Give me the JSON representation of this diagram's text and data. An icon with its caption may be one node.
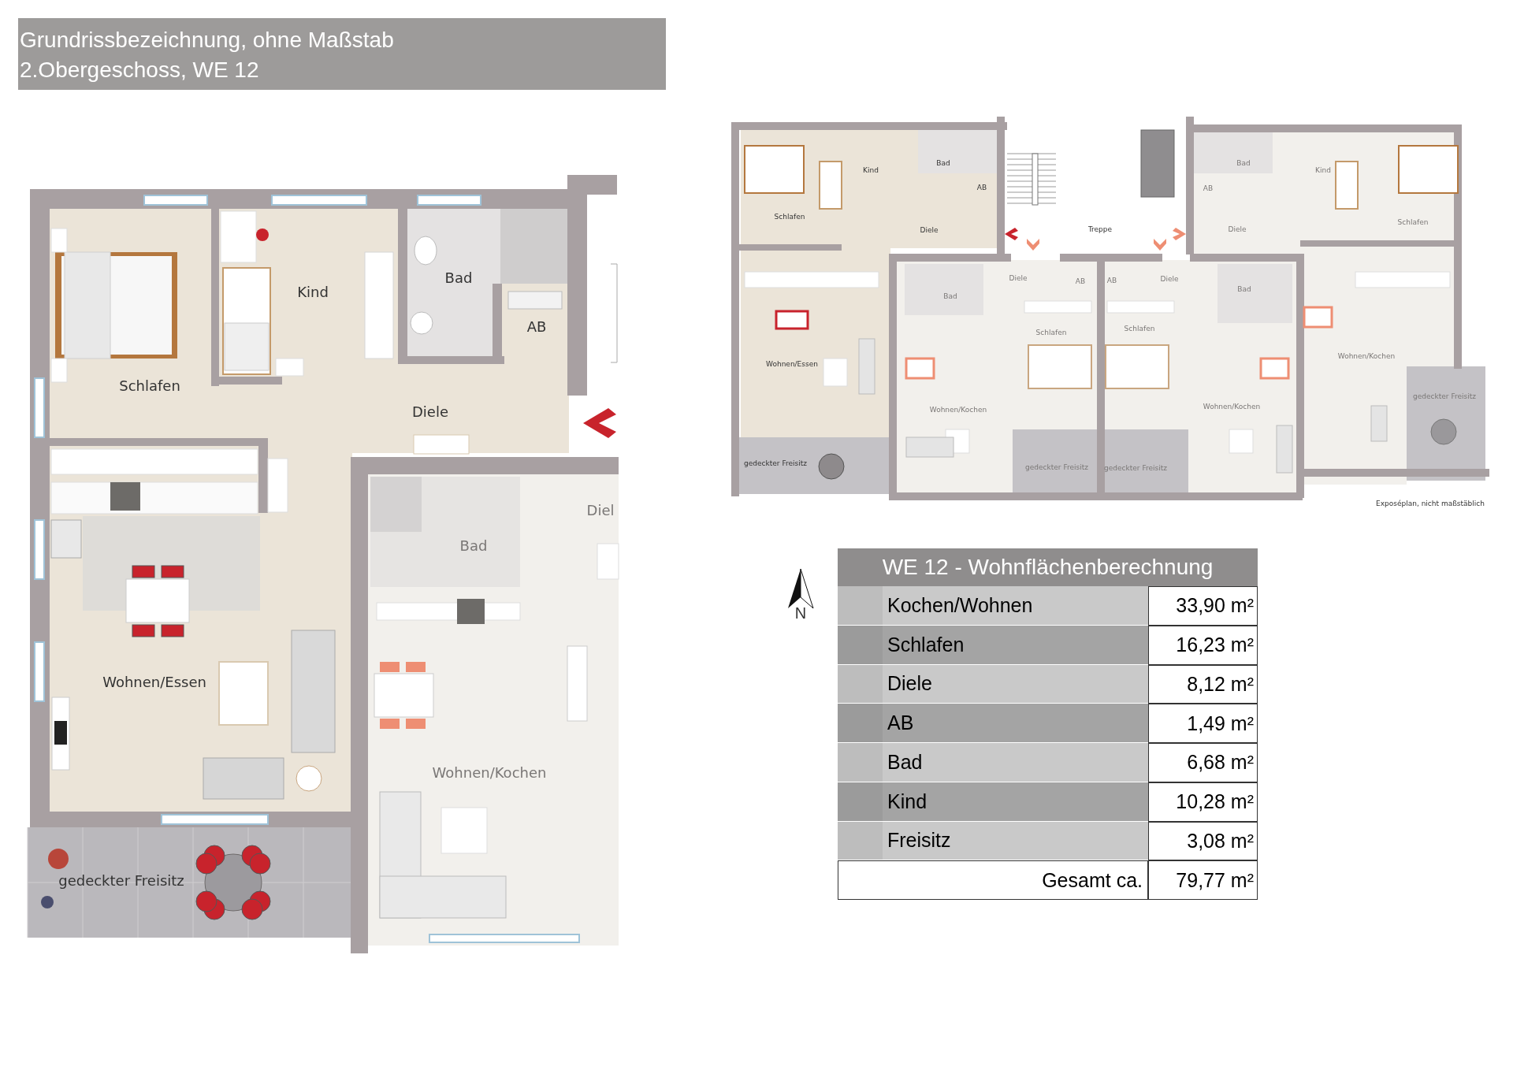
{
  "diagram": {
    "title": "Grundrissbezeichnung, ohne Maßstab",
    "labels": [
      "2.Obergeschoss, WE 12",
      "Schlafen",
      "Kind",
      "Bad",
      "AB",
      "Diele",
      "Wohnen/Essen",
      "gedeckter Freisitz",
      "Bad",
      "Diel",
      "Wohnen/Kochen",
      "Bad",
      "Bad",
      "Kind",
      "Kind",
      "AB",
      "AB",
      "Schlafen",
      "Schlafen",
      "Diele",
      "Treppe",
      "Diele",
      "Diele",
      "AB",
      "AB",
      "Diele",
      "Bad",
      "Bad",
      "Schlafen",
      "Schlafen",
      "Wohnen/Kochen",
      "Wohnen/Essen",
      "gedeckter Freisitz",
      "Wohnen/Kochen",
      "Wohnen/Kochen",
      "gedeckter Freisitz",
      "gedeckter Freisitz",
      "gedeckter Freisitz",
      "Exposéplan, nicht maßstäblich",
      "N",
      "WE 12 - Wohnflächenberechnung",
      "Kochen/Wohnen",
      "33,90 m²",
      "Schlafen",
      "16,23 m²",
      "Diele",
      "8,12 m²",
      "AB",
      "1,49 m²",
      "Bad",
      "6,68 m²",
      "Kind",
      "10,28 m²",
      "Freisitz",
      "3,08 m²",
      "Gesamt ca.",
      "79,77 m²"
    ]
  }
}
